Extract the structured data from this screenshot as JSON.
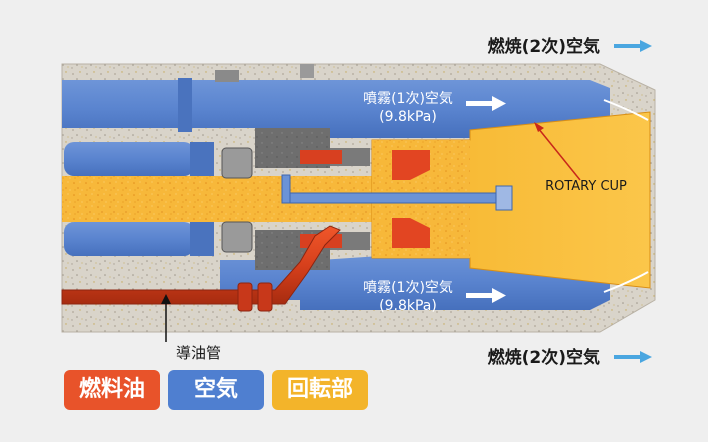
{
  "labels": {
    "secondary_air_top": "燃焼(2次)空気",
    "secondary_air_bottom": "燃焼(2次)空気",
    "primary_air_top_line1": "噴霧(1次)空気",
    "primary_air_top_line2": "(9.8kPa)",
    "primary_air_bottom_line1": "噴霧(1次)空気",
    "primary_air_bottom_line2": "(9.8kPa)",
    "rotary_cup": "ROTARY CUP",
    "oil_pipe": "導油管"
  },
  "legend": [
    {
      "label": "燃料油",
      "color": "#e8532a"
    },
    {
      "label": "空気",
      "color": "#4f7fd0"
    },
    {
      "label": "回転部",
      "color": "#f3b42a"
    }
  ],
  "colors": {
    "fuel": "#e84a24",
    "air": "#5b84cf",
    "rotating": "#f5b630",
    "housing": "#d8d3c8",
    "arrow": "#4aa6e0"
  }
}
